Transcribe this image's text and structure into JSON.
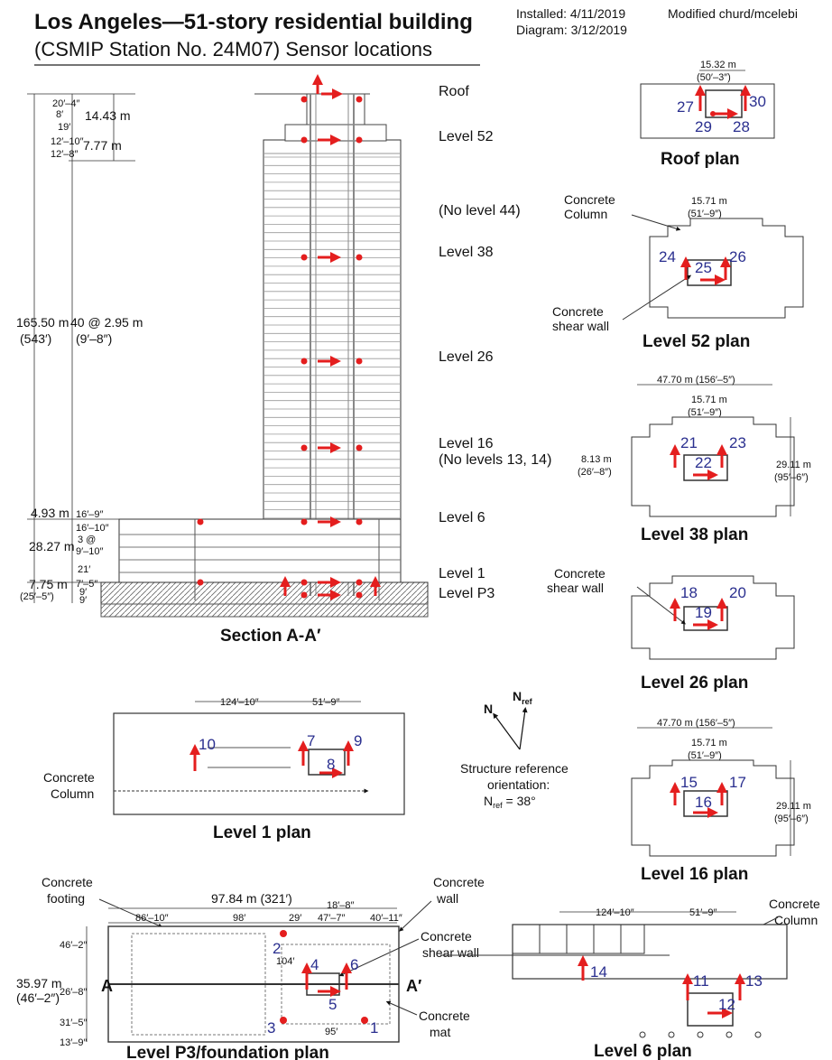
{
  "header": {
    "title_line1": "Los Angeles—51-story residential building",
    "title_line2": "(CSMIP Station No. 24M07) Sensor locations",
    "installed": "Installed: 4/11/2019",
    "diagram_date": "Diagram: 3/12/2019",
    "modified": "Modified churd/mcelebi"
  },
  "section": {
    "caption": "Section A-A′",
    "levels": [
      "Roof",
      "Level 52",
      "(No level 44)",
      "Level 38",
      "Level 26",
      "Level 16",
      "(No levels 13, 14)",
      "Level 6",
      "Level 1",
      "Level P3"
    ],
    "dims": [
      "20′–4″",
      "8′",
      "19′",
      "14.43 m",
      "12′–10″",
      "12′–8″",
      "7.77 m",
      "165.50 m",
      "(543′)",
      "40 @ 2.95 m",
      "(9′–8″)",
      "4.93 m",
      "16′–9″",
      "16′–10″",
      "28.27 m",
      "3 @",
      "9′–10″",
      "21′",
      "7.75 m",
      "(25′–5″)",
      "7′–5″",
      "9′",
      "9′"
    ]
  },
  "roof_plan": {
    "caption": "Roof plan",
    "dim1": "15.32 m",
    "dim2": "(50′–3″)",
    "sensors": [
      "27",
      "29",
      "28",
      "30"
    ]
  },
  "l52_plan": {
    "caption": "Level 52 plan",
    "col_label1": "Concrete",
    "col_label2": "Column",
    "wall_label1": "Concrete",
    "wall_label2": "shear wall",
    "dim1": "15.71 m",
    "dim2": "(51′–9″)",
    "sensors": [
      "24",
      "25",
      "26"
    ]
  },
  "l38_plan": {
    "caption": "Level 38 plan",
    "dim_w1": "47.70 m (156′–5″)",
    "dim_w2": "15.71 m",
    "dim_w3": "(51′–9″)",
    "dim_l1": "8.13 m",
    "dim_l2": "(26′–8″)",
    "dim_r1": "29.11 m",
    "dim_r2": "(95′–6″)",
    "sensors": [
      "21",
      "22",
      "23"
    ]
  },
  "l26_plan": {
    "caption": "Level 26 plan",
    "wall_label1": "Concrete",
    "wall_label2": "shear wall",
    "sensors": [
      "18",
      "19",
      "20"
    ]
  },
  "l16_plan": {
    "caption": "Level 16 plan",
    "dim_w1": "47.70 m (156′–5″)",
    "dim_w2": "15.71 m",
    "dim_w3": "(51′–9″)",
    "dim_r1": "29.11 m",
    "dim_r2": "(95′–6″)",
    "sensors": [
      "15",
      "16",
      "17"
    ]
  },
  "l1_plan": {
    "caption": "Level 1 plan",
    "dim1": "124′–10″",
    "dim2": "51′–9″",
    "col_label1": "Concrete",
    "col_label2": "Column",
    "sensors": [
      "10",
      "7",
      "8",
      "9"
    ]
  },
  "orientation": {
    "n": "N",
    "nref": "N",
    "nref_sub": "ref",
    "line1": "Structure reference",
    "line2": "orientation:",
    "line3_a": "N",
    "line3_sub": "ref",
    "line3_b": " = 38°"
  },
  "p3_plan": {
    "caption": "Level P3/foundation  plan",
    "footing1": "Concrete",
    "footing2": "footing",
    "wall1": "Concrete",
    "wall2": "wall",
    "shear1": "Concrete",
    "shear2": "shear wall",
    "mat1": "Concrete",
    "mat2": "mat",
    "dim_total": "97.84 m (321′)",
    "dim_a": "86′–10″",
    "dim_b": "98′",
    "dim_c": "29′",
    "dim_d": "47′–7″",
    "dim_e": "40′–11″",
    "dim_f": "18′–8″",
    "dim_g": "104′",
    "dim_h": "95′",
    "left1": "46′–2″",
    "left2": "35.97 m",
    "left3": "(46′–2″)",
    "left4": "26′–8″",
    "left5": "31′–5″",
    "left6": "13′–9″",
    "a_left": "A",
    "a_right": "A′",
    "sensors": [
      "2",
      "4",
      "6",
      "5",
      "3",
      "1"
    ]
  },
  "l6_plan": {
    "caption": "Level 6 plan",
    "dim1": "124′–10″",
    "dim2": "51′–9″",
    "col1": "Concrete",
    "col2": "Column",
    "sensors": [
      "14",
      "11",
      "13",
      "12"
    ]
  },
  "colors": {
    "sensor": "#e41e1e",
    "number": "#2a2f8f",
    "line": "#222222"
  }
}
